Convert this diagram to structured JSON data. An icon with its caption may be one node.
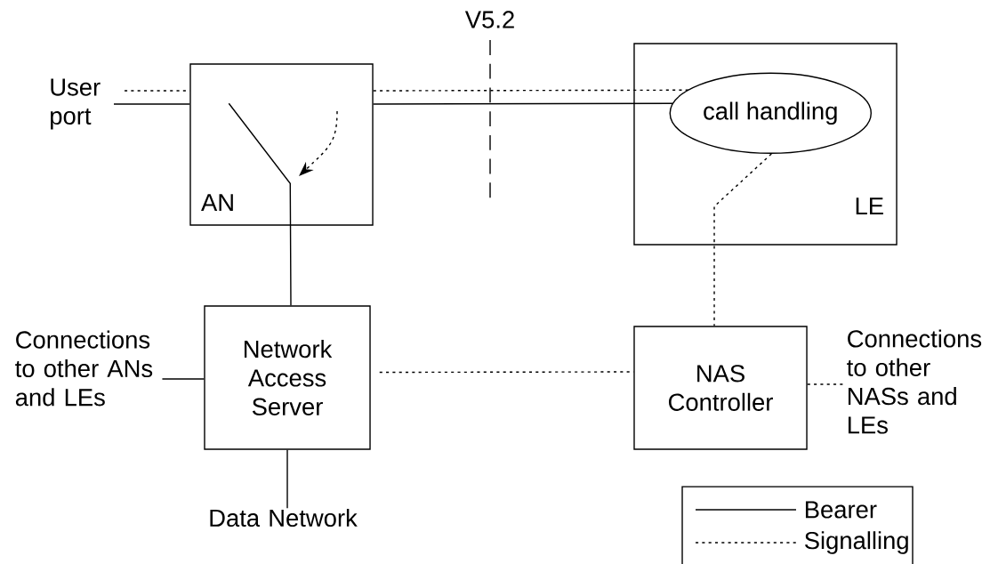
{
  "diagram": {
    "nodes": [
      {
        "text": [
          "User port"
        ]
      },
      {
        "text": [
          "AN"
        ]
      },
      {
        "text": [
          "LE"
        ]
      },
      {
        "text": [
          "call handling"
        ],
        "in": 2
      },
      {
        "text": [
          "Network Access Server"
        ]
      },
      {
        "text": [
          "NAS Controller"
        ]
      },
      {
        "text": [
          "Connections to other ANs and LEs"
        ]
      },
      {
        "text": [
          "Connections to other NASs and LEs"
        ]
      },
      {
        "text": [
          "Data Network"
        ]
      }
    ],
    "edges": [
      {
        "from": 0,
        "to": 1,
        "arrow": "none"
      },
      {
        "from": 1,
        "to": 3,
        "arrow": "none"
      },
      {
        "from": 0,
        "to": 1,
        "arrow": "none",
        "style": "dashed"
      },
      {
        "from": 1,
        "to": 3,
        "arrow": "none",
        "style": "dashed"
      },
      {
        "from": 1,
        "to": 4,
        "arrow": "none"
      },
      {
        "from": 3,
        "to": 5,
        "arrow": "none",
        "style": "dashed"
      },
      {
        "from": 4,
        "to": 5,
        "arrow": "none",
        "style": "dashed"
      },
      {
        "from": 6,
        "to": 4,
        "arrow": "none"
      },
      {
        "from": 5,
        "to": 7,
        "arrow": "none",
        "style": "dashed"
      },
      {
        "from": 4,
        "to": 8,
        "arrow": "none"
      }
    ],
    "labels": [
      "V5.2"
    ],
    "legend": [
      {
        "text": "Bearer"
      },
      {
        "text": "Signalling"
      }
    ]
  }
}
